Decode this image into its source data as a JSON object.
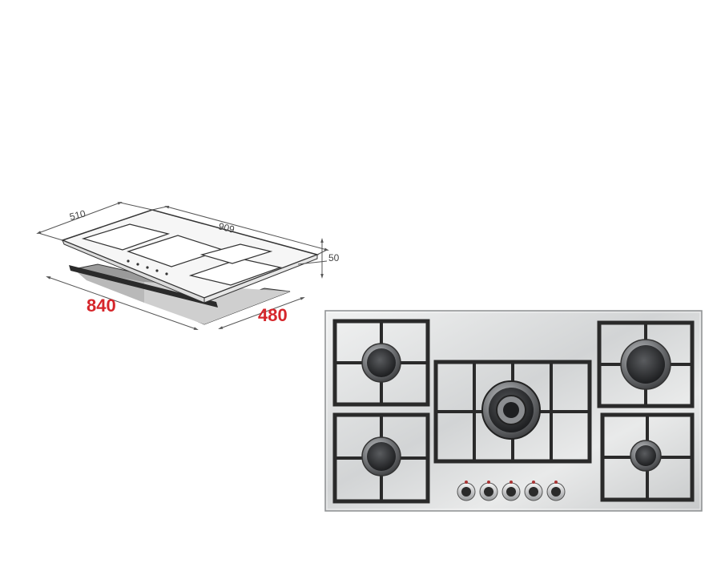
{
  "dimensions": {
    "depth_top": "510",
    "width_top": "909",
    "height": "50",
    "cutout_width": "840",
    "cutout_depth": "480"
  },
  "colors": {
    "cutout_highlight": "#d6262b",
    "line": "#555555",
    "steel": "#d9dbdc",
    "grate": "#2a2a2a",
    "burner": "#8b8d90"
  },
  "hob": {
    "burners": [
      "burner-top-left",
      "burner-bottom-left",
      "burner-center-wok",
      "burner-top-right",
      "burner-bottom-right"
    ],
    "knob_count": 5
  }
}
